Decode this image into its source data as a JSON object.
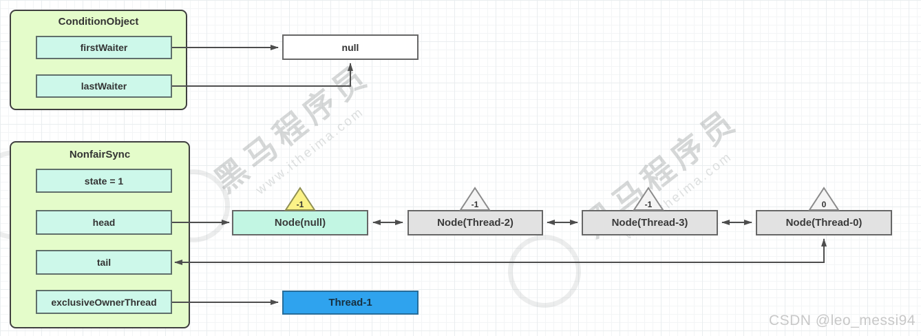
{
  "diagram": {
    "condition_object": {
      "title": "ConditionObject",
      "fields": [
        {
          "label": "firstWaiter"
        },
        {
          "label": "lastWaiter"
        }
      ]
    },
    "null_box": {
      "label": "null"
    },
    "nonfair_sync": {
      "title": "NonfairSync",
      "fields": [
        {
          "label": "state = 1"
        },
        {
          "label": "head"
        },
        {
          "label": "tail"
        },
        {
          "label": "exclusiveOwnerThread"
        }
      ]
    },
    "queue_nodes": [
      {
        "label": "Node(null)",
        "wait_status": "-1"
      },
      {
        "label": "Node(Thread-2)",
        "wait_status": "-1"
      },
      {
        "label": "Node(Thread-3)",
        "wait_status": "-1"
      },
      {
        "label": "Node(Thread-0)",
        "wait_status": "0"
      }
    ],
    "owner_thread_box": {
      "label": "Thread-1"
    }
  },
  "watermark": {
    "brand": "黑马程序员",
    "site": "www.itheima.com"
  },
  "credit": {
    "text": "CSDN @leo_messi94"
  },
  "colors": {
    "container_fill": "#e4fcca",
    "field_fill": "#cdf8ea",
    "head_node_fill": "#c2f6e3",
    "queued_node_fill": "#e2e2e2",
    "signal_triangle_fill": "#fbf287",
    "plain_triangle_fill": "#f4f4f4",
    "thread_fill": "#2fa3ee",
    "arrow": "#4d4d4d"
  }
}
